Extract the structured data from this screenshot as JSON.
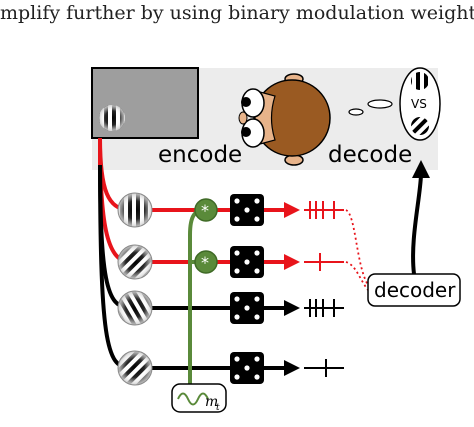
{
  "caption": "mplify further by using binary modulation weights (i.e.,",
  "labels": {
    "encode": "encode",
    "decode": "decode",
    "vs": "VS",
    "decoder": "decoder",
    "modulator": "m",
    "modulator_sub": "t"
  },
  "colors": {
    "red_path": "#e8141b",
    "black_path": "#000000",
    "green_path": "#5a8a3a",
    "panel_bg": "#ececec",
    "face": "#c98a4e",
    "hair": "#9a5a22"
  },
  "channels": [
    {
      "color": "red",
      "modulated": true,
      "spikes": 4
    },
    {
      "color": "red",
      "modulated": true,
      "spikes": 1
    },
    {
      "color": "black",
      "modulated": false,
      "spikes": 4
    },
    {
      "color": "black",
      "modulated": false,
      "spikes": 1
    }
  ]
}
